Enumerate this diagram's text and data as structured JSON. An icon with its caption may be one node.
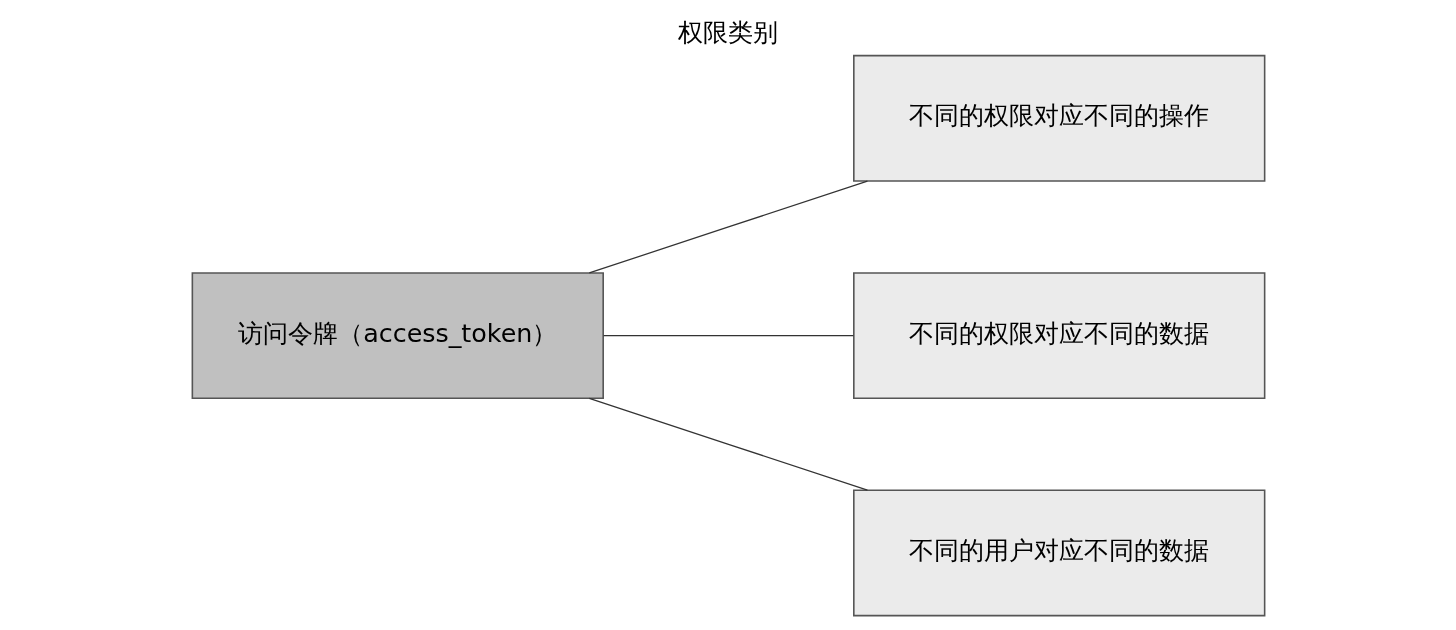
{
  "diagram": {
    "title": "权限类别",
    "nodes": [
      {
        "text": [
          "访问令牌（access_token）"
        ]
      },
      {
        "text": [
          "不同的权限对应不同的操作"
        ]
      },
      {
        "text": [
          "不同的权限对应不同的数据"
        ]
      },
      {
        "text": [
          "不同的用户对应不同的数据"
        ]
      }
    ],
    "edges": [
      {
        "from": 0,
        "to": 1,
        "arrow": "none"
      },
      {
        "from": 0,
        "to": 2,
        "arrow": "none"
      },
      {
        "from": 0,
        "to": 3,
        "arrow": "none"
      }
    ]
  }
}
